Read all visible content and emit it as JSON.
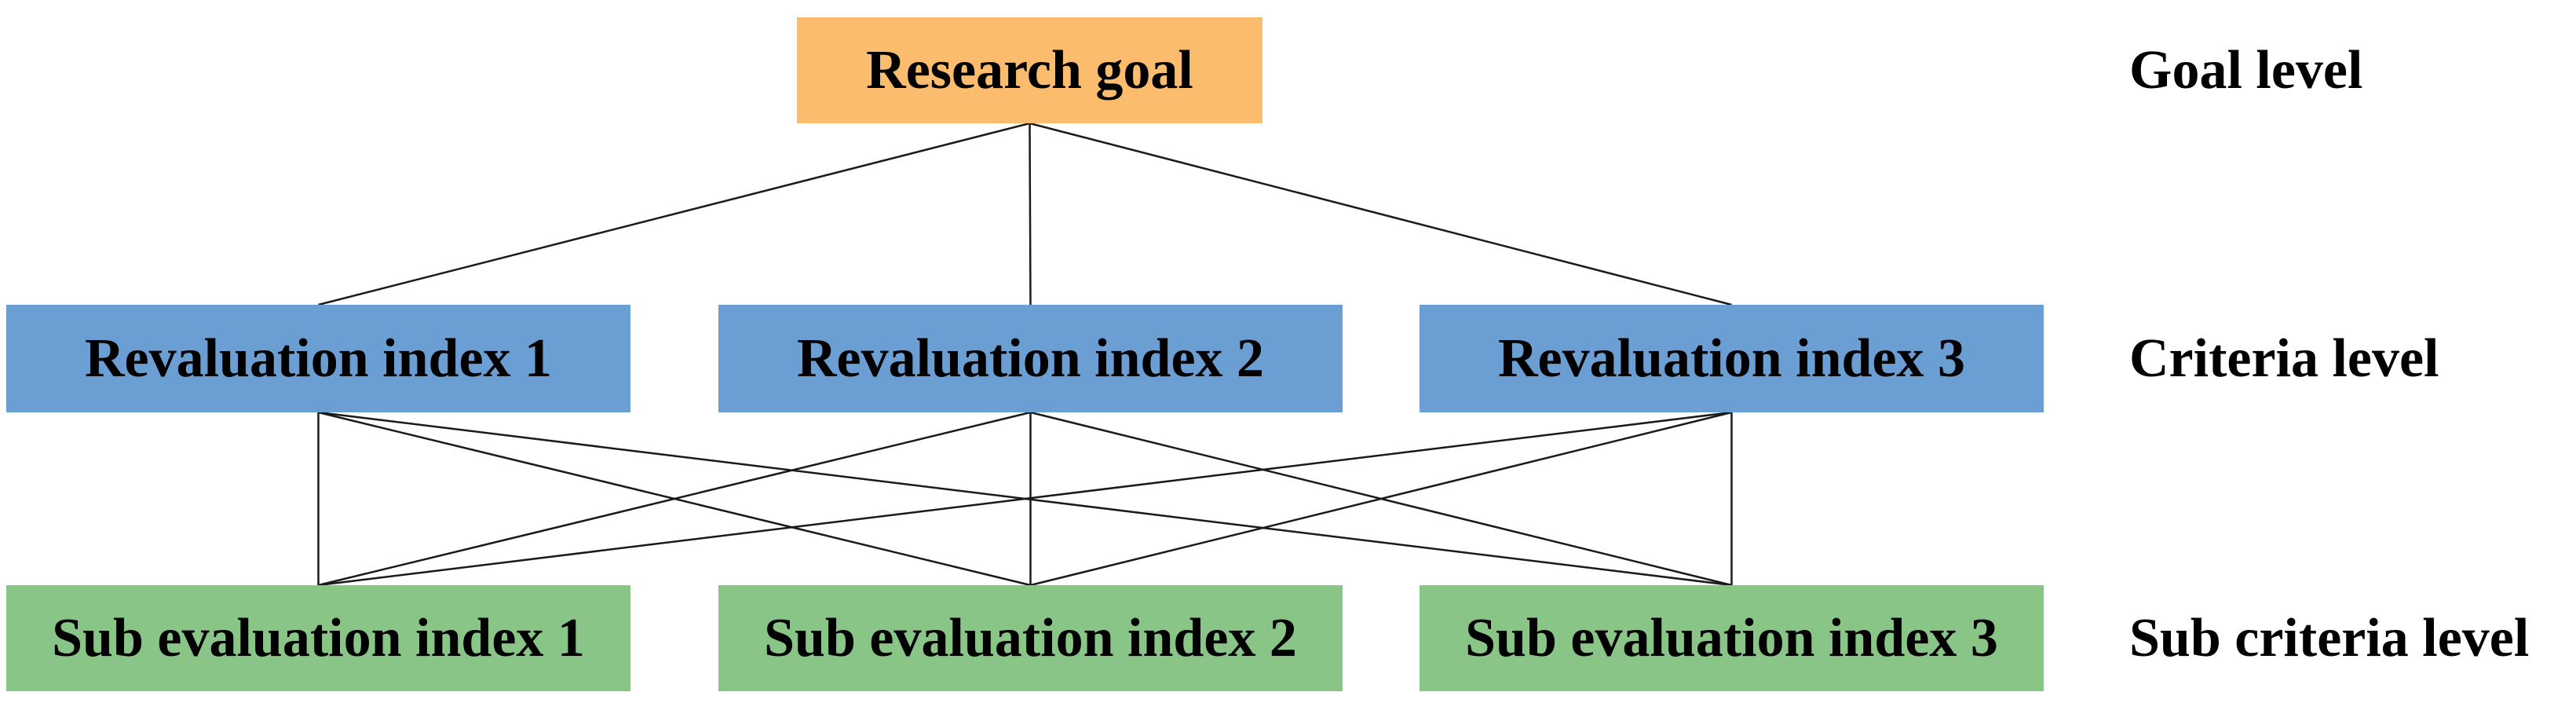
{
  "diagram": {
    "nodes": [
      {
        "id": "goal",
        "label": "Research goal",
        "level": "goal"
      },
      {
        "id": "criteria-1",
        "label": "Revaluation index 1",
        "level": "criteria"
      },
      {
        "id": "criteria-2",
        "label": "Revaluation index 2",
        "level": "criteria"
      },
      {
        "id": "criteria-3",
        "label": "Revaluation index 3",
        "level": "criteria"
      },
      {
        "id": "sub-1",
        "label": "Sub evaluation index 1",
        "level": "sub-criteria"
      },
      {
        "id": "sub-2",
        "label": "Sub evaluation index 2",
        "level": "sub-criteria"
      },
      {
        "id": "sub-3",
        "label": "Sub evaluation index 3",
        "level": "sub-criteria"
      }
    ],
    "edges": [
      [
        "goal",
        "criteria-1"
      ],
      [
        "goal",
        "criteria-2"
      ],
      [
        "goal",
        "criteria-3"
      ],
      [
        "criteria-1",
        "sub-1"
      ],
      [
        "criteria-1",
        "sub-2"
      ],
      [
        "criteria-1",
        "sub-3"
      ],
      [
        "criteria-2",
        "sub-1"
      ],
      [
        "criteria-2",
        "sub-2"
      ],
      [
        "criteria-2",
        "sub-3"
      ],
      [
        "criteria-3",
        "sub-1"
      ],
      [
        "criteria-3",
        "sub-2"
      ],
      [
        "criteria-3",
        "sub-3"
      ]
    ],
    "level_labels": [
      {
        "label": "Goal level"
      },
      {
        "label": "Criteria level"
      },
      {
        "label": "Sub criteria level"
      }
    ],
    "colors": {
      "goal_fill": "#FBBD6D",
      "criteria_fill": "#6B9FD4",
      "sub_fill": "#8AC588",
      "edge": "#1A1A1A",
      "text": "#000000"
    }
  }
}
